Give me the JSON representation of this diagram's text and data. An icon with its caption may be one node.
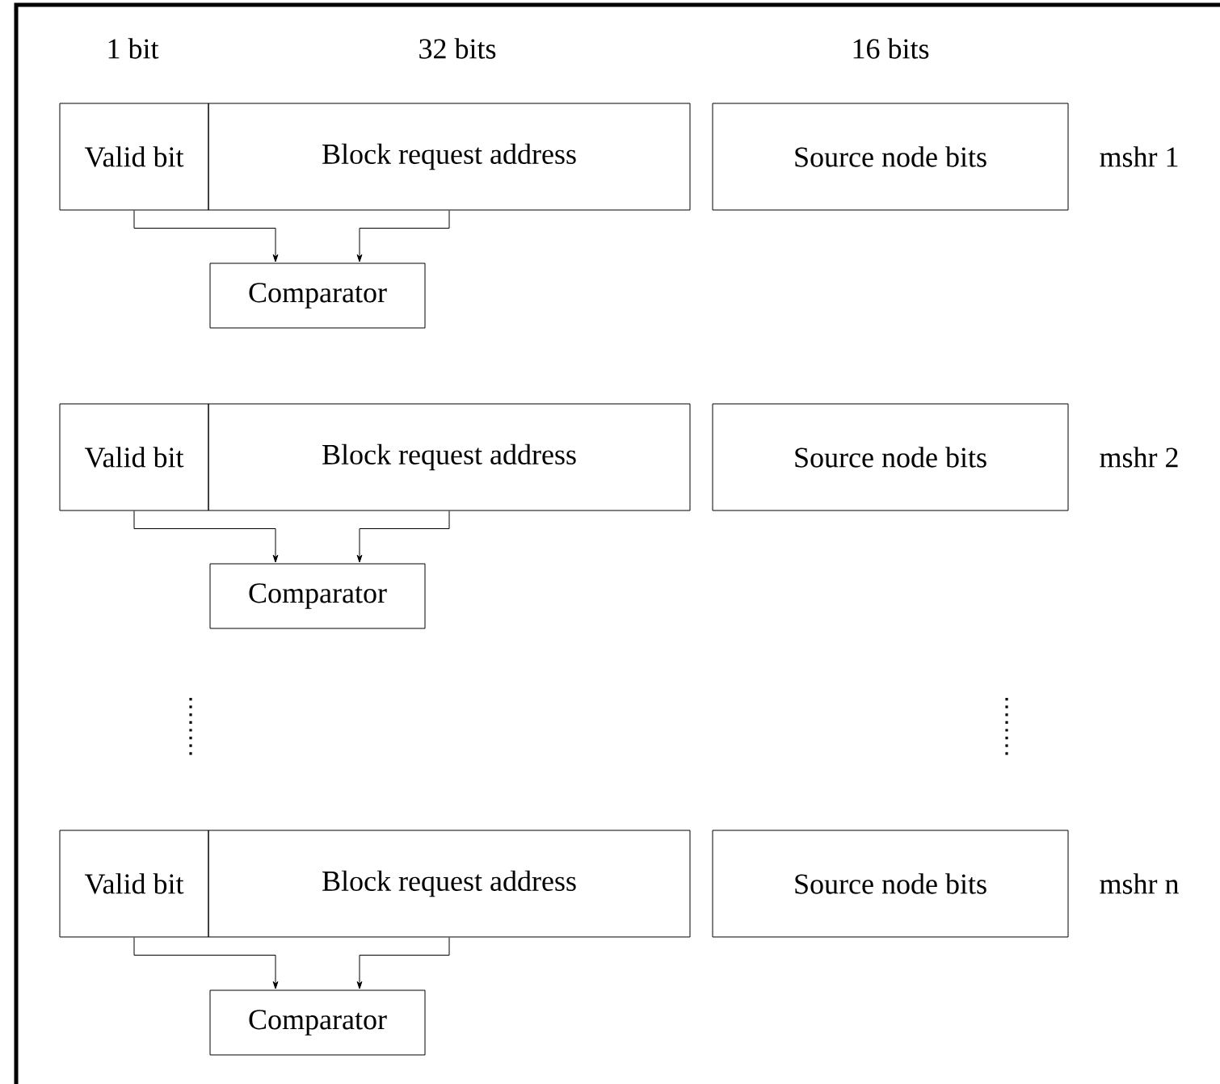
{
  "diagram": {
    "nodes": [
      {
        "text": [
          "Valid bit"
        ]
      },
      {
        "text": [
          "Block request address"
        ]
      },
      {
        "text": [
          "Source node bits"
        ]
      },
      {
        "text": [
          "Comparator"
        ]
      },
      {
        "text": [
          "Valid bit"
        ]
      },
      {
        "text": [
          "Block request address"
        ]
      },
      {
        "text": [
          "Source node bits"
        ]
      },
      {
        "text": [
          "Comparator"
        ]
      },
      {
        "text": [
          "Valid bit"
        ]
      },
      {
        "text": [
          "Block request address"
        ]
      },
      {
        "text": [
          "Source node bits"
        ]
      },
      {
        "text": [
          "Comparator"
        ]
      }
    ],
    "edges": [
      {
        "from": 0,
        "to": 3,
        "arrow": "to"
      },
      {
        "from": 1,
        "to": 3,
        "arrow": "to"
      },
      {
        "from": 4,
        "to": 7,
        "arrow": "to"
      },
      {
        "from": 5,
        "to": 7,
        "arrow": "to"
      },
      {
        "from": 8,
        "to": 11,
        "arrow": "to"
      },
      {
        "from": 9,
        "to": 11,
        "arrow": "to"
      }
    ],
    "labels": [
      "1 bit",
      "32 bits",
      "16 bits",
      "mshr 1",
      "mshr 2",
      "mshr n"
    ]
  }
}
